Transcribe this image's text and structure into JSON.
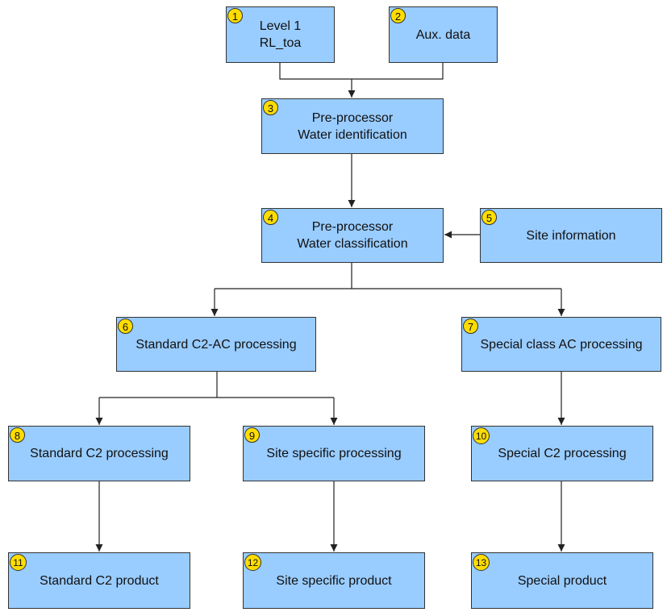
{
  "colors": {
    "box_fill": "#99ccff",
    "badge_fill": "#ffdd00",
    "line": "#222222"
  },
  "nodes": [
    {
      "id": "1",
      "label": "Level 1\nRL_toa"
    },
    {
      "id": "2",
      "label": "Aux. data"
    },
    {
      "id": "3",
      "label": "Pre-processor\nWater identification"
    },
    {
      "id": "4",
      "label": "Pre-processor\nWater classification"
    },
    {
      "id": "5",
      "label": "Site information"
    },
    {
      "id": "6",
      "label": "Standard C2-AC processing"
    },
    {
      "id": "7",
      "label": "Special class AC processing"
    },
    {
      "id": "8",
      "label": "Standard C2 processing"
    },
    {
      "id": "9",
      "label": "Site specific processing"
    },
    {
      "id": "10",
      "label": "Special C2 processing"
    },
    {
      "id": "11",
      "label": "Standard C2 product"
    },
    {
      "id": "12",
      "label": "Site specific product"
    },
    {
      "id": "13",
      "label": "Special product"
    }
  ]
}
